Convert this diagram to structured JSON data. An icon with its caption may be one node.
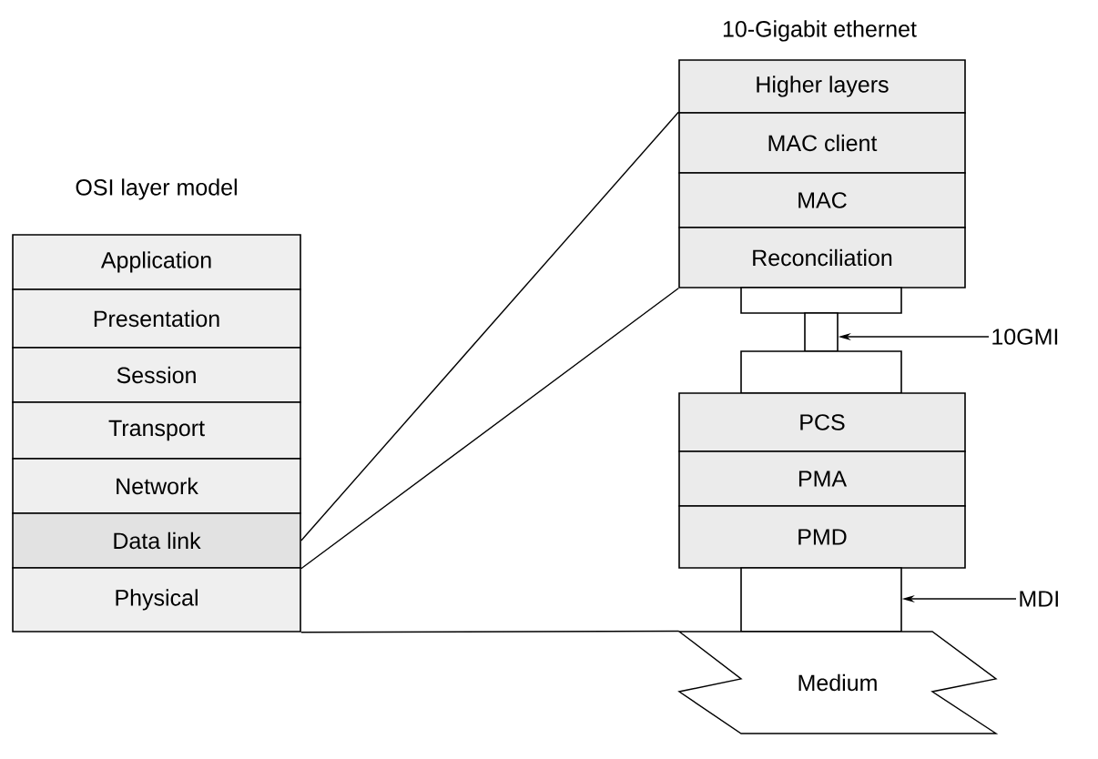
{
  "diagram": {
    "nodes": [
      {
        "text": [
          "Application"
        ]
      },
      {
        "text": [
          "Presentation"
        ]
      },
      {
        "text": [
          "Session"
        ]
      },
      {
        "text": [
          "Transport"
        ]
      },
      {
        "text": [
          "Network"
        ]
      },
      {
        "text": [
          "Data link"
        ]
      },
      {
        "text": [
          "Physical"
        ]
      },
      {
        "text": [
          "Higher layers"
        ]
      },
      {
        "text": [
          "MAC client"
        ]
      },
      {
        "text": [
          "MAC"
        ]
      },
      {
        "text": [
          "Reconciliation"
        ]
      },
      {
        "text": [],
        "shape": "box"
      },
      {
        "text": [],
        "shape": "box"
      },
      {
        "text": [],
        "shape": "box"
      },
      {
        "text": [
          "PCS"
        ]
      },
      {
        "text": [
          "PMA"
        ]
      },
      {
        "text": [
          "PMD"
        ]
      },
      {
        "text": [],
        "shape": "box"
      },
      {
        "text": [
          "Medium"
        ]
      },
      {
        "text": [
          "10GMI"
        ]
      },
      {
        "text": [
          "MDI"
        ]
      }
    ],
    "edges": [
      {
        "from": 5,
        "to": 8,
        "arrow": "none"
      },
      {
        "from": 5,
        "to": 10,
        "arrow": "none"
      },
      {
        "from": 6,
        "to": 18,
        "arrow": "none"
      },
      {
        "from": 19,
        "to": 12,
        "arrow": "to"
      },
      {
        "from": 20,
        "to": 17,
        "arrow": "to"
      }
    ],
    "labels": [
      "OSI layer model",
      "10-Gigabit ethernet"
    ]
  }
}
